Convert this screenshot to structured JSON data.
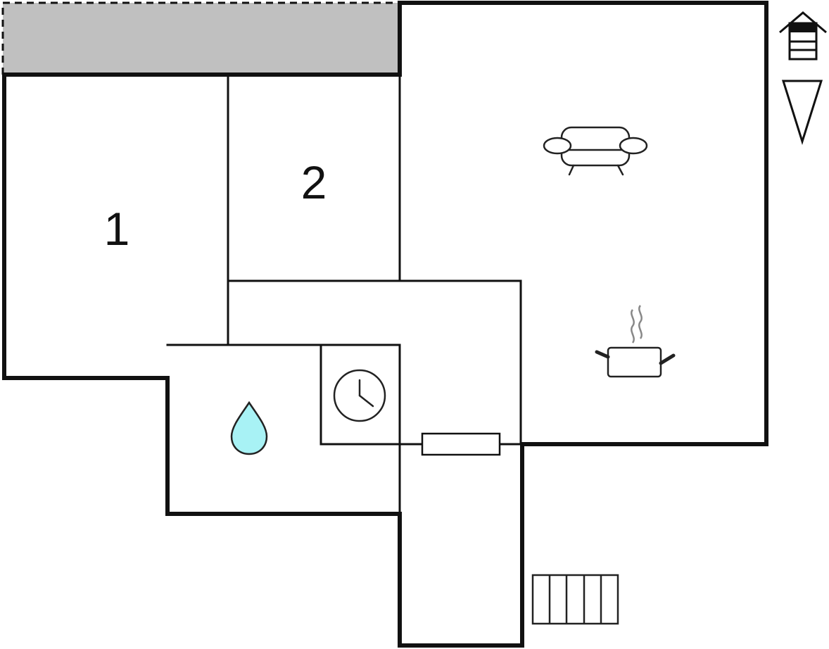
{
  "plan": {
    "rooms": [
      {
        "id": "bedroom-1",
        "label": "1"
      },
      {
        "id": "bedroom-2",
        "label": "2"
      }
    ],
    "icons": [
      "sofa-icon",
      "cooking-pot-icon",
      "water-drop-icon",
      "clock-icon",
      "radiator-icon",
      "stairs-icon",
      "house-icon",
      "north-arrow-icon"
    ],
    "colors": {
      "wall": "#111111",
      "terrace_fill": "#c0c0c0",
      "water_drop_fill": "#a8f2f5",
      "background": "#ffffff"
    }
  }
}
